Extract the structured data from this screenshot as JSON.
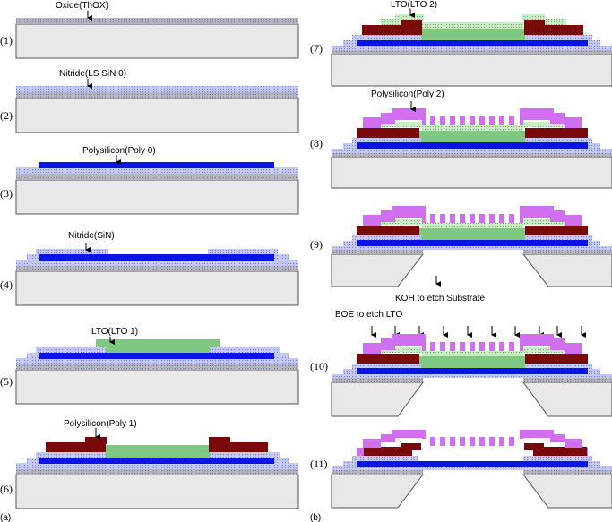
{
  "panels": {
    "a": "(a)",
    "b": "(b)"
  },
  "steps": [
    {
      "num": "(1)",
      "label": "Oxide(ThOX)"
    },
    {
      "num": "(2)",
      "label": "Nitride(LS SiN 0)"
    },
    {
      "num": "(3)",
      "label": "Polysilicon(Poly 0)"
    },
    {
      "num": "(4)",
      "label": "Nitride(SiN)"
    },
    {
      "num": "(5)",
      "label": "LTO(LTO 1)"
    },
    {
      "num": "(6)",
      "label": "Polysilicon(Poly 1)"
    },
    {
      "num": "(7)",
      "label": "LTO(LTO 2)"
    },
    {
      "num": "(8)",
      "label": "Polysilicon(Poly 2)"
    },
    {
      "num": "(9)",
      "label": "KOH to etch Substrate"
    },
    {
      "num": "(10)",
      "label": "BOE to etch LTO"
    },
    {
      "num": "(11)",
      "label": ""
    }
  ],
  "colors": {
    "substrate": "#e8e8e8",
    "oxide": "#a8a8b8",
    "nitride": "#b8bef0",
    "poly0": "#0a14e6",
    "lto": "#7ec882",
    "poly1": "#7a0a0a",
    "poly2": "#d070f0"
  }
}
